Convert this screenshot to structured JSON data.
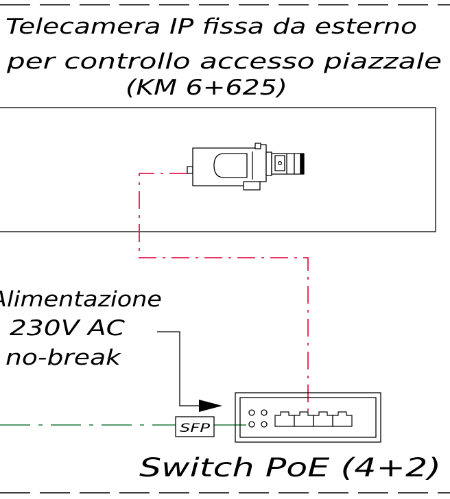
{
  "camera_title": {
    "line1": "Telecamera IP fissa da esterno",
    "line2": "per controllo accesso piazzale",
    "line3": "(KM 6+625)"
  },
  "power_label": {
    "line1": "Alimentazione",
    "line2": "230V AC",
    "line3": "no-break"
  },
  "sfp_label": "SFP",
  "switch_label": "Switch PoE (4+2)",
  "colors": {
    "line": "#000000",
    "camera_cable": "#e8174b",
    "fiber_cable": "#1f7a3a"
  },
  "icons": [
    "ip-camera-icon",
    "arrow-icon",
    "rj45-port-icon",
    "led-icon"
  ]
}
